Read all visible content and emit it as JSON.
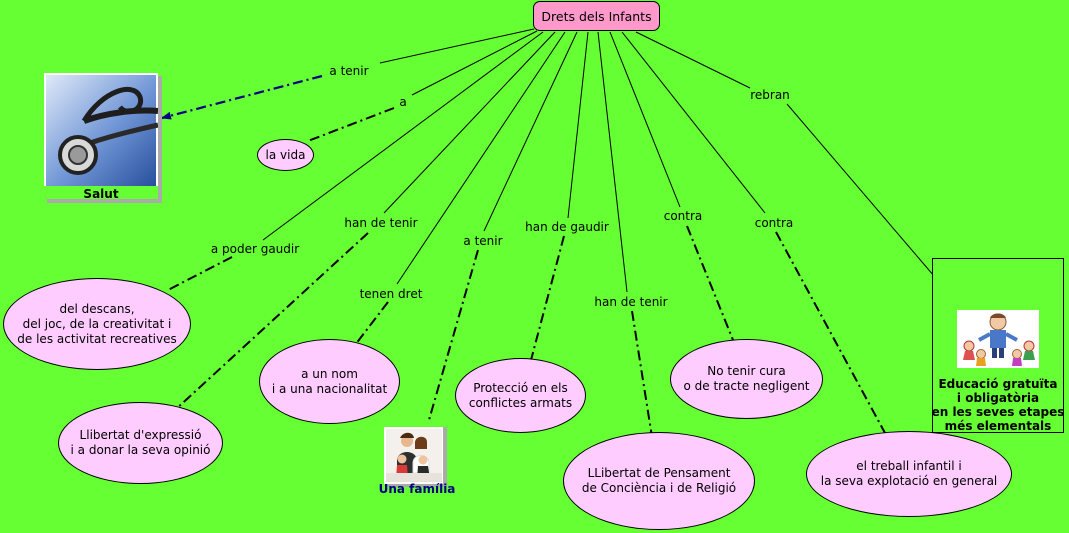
{
  "title": "Drets dels Infants",
  "nodes": {
    "salut": "Salut",
    "vida": "la vida",
    "descans": "del descans,\ndel joc, de la creativitat i\nde les activitat recreatives",
    "expressio": "Llibertat d'expressió\ni a donar la seva opinió",
    "nom": "a un nom\ni a una nacionalitat",
    "familia": "Una família",
    "proteccio": "Protecció en els\nconflictes armats",
    "pensament": "LLibertat de Pensament\nde Conciència i de Religió",
    "cura": "No tenir cura\no de tracte negligent",
    "treball": "el treball infantil i\nla seva explotació en general",
    "educacio": "Educació gratuïta\ni obligatòria\nen les seves etapes\nmés elementals"
  },
  "links": {
    "salut": "a tenir",
    "vida": "a",
    "descans": "a poder gaudir",
    "expressio": "han de tenir",
    "nom": "tenen dret",
    "familia": "a tenir",
    "proteccio": "han de gaudir",
    "pensament": "han de tenir",
    "cura": "contra",
    "treball": "contra",
    "educacio": "rebran"
  },
  "icons": {
    "salut": "stethoscope-icon",
    "familia": "family-photo",
    "educacio": "children-drawing"
  },
  "colors": {
    "background": "#66ff33",
    "ellipse": "#ffccff",
    "root": "#ff99cc",
    "arrow": "#000080"
  }
}
